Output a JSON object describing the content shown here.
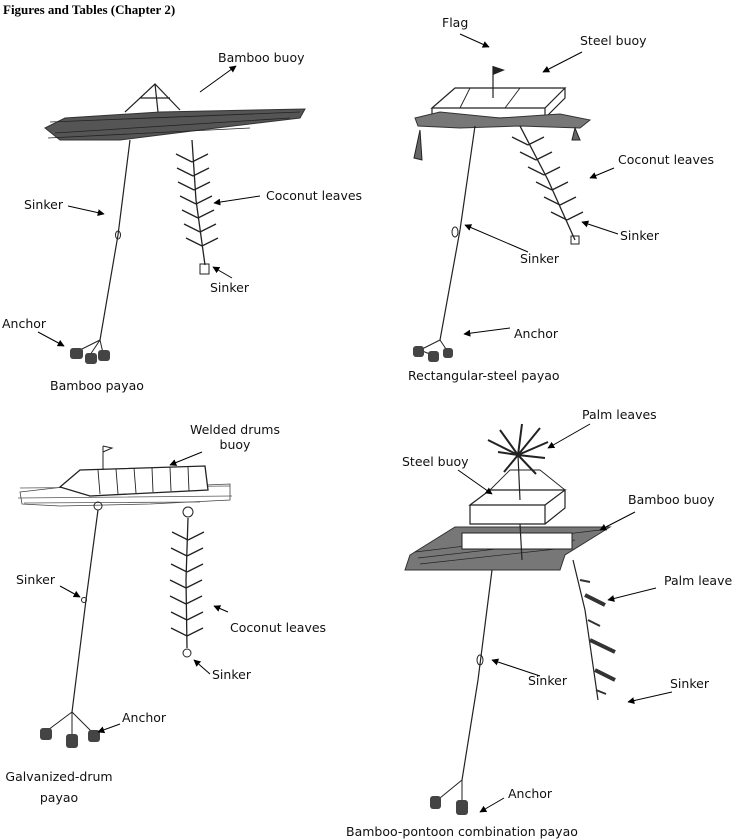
{
  "page": {
    "heading": "Figures and Tables (Chapter 2)"
  },
  "panels": {
    "bamboo": {
      "caption": "Bamboo payao",
      "labels": {
        "buoy": "Bamboo buoy",
        "sinker_line": "Sinker",
        "coconut": "Coconut leaves",
        "sinker_leaf": "Sinker",
        "anchor": "Anchor"
      }
    },
    "steel": {
      "caption": "Rectangular-steel payao",
      "labels": {
        "flag": "Flag",
        "buoy": "Steel buoy",
        "coconut": "Coconut leaves",
        "sinker_leaf": "Sinker",
        "sinker_line": "Sinker",
        "anchor": "Anchor"
      }
    },
    "drum": {
      "caption_line1": "Galvanized-drum",
      "caption_line2": "payao",
      "labels": {
        "buoy_line1": "Welded drums",
        "buoy_line2": "buoy",
        "sinker_line": "Sinker",
        "coconut": "Coconut leaves",
        "sinker_leaf": "Sinker",
        "anchor": "Anchor"
      }
    },
    "combo": {
      "caption": "Bamboo-pontoon combination payao",
      "labels": {
        "palm_top": "Palm leaves",
        "steel_buoy": "Steel buoy",
        "bamboo_buoy": "Bamboo buoy",
        "palm_side": "Palm leave",
        "sinker_line": "Sinker",
        "sinker_leaf": "Sinker",
        "anchor": "Anchor"
      }
    }
  }
}
